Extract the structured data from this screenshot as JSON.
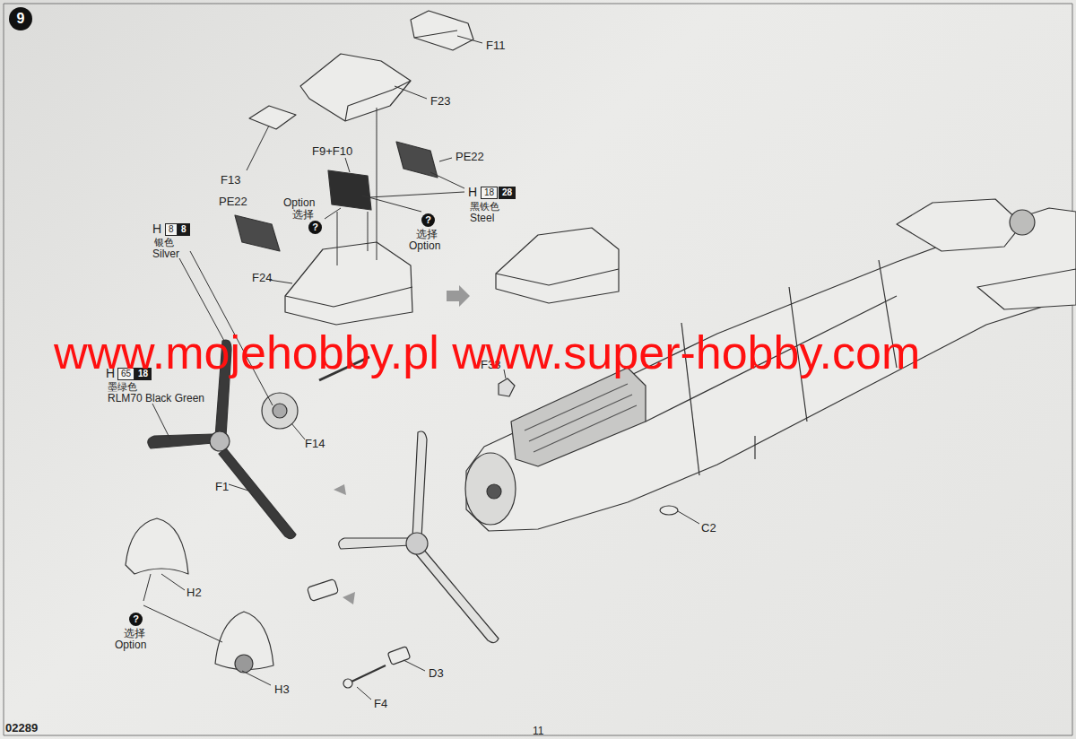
{
  "diagram": {
    "labels": [
      "9",
      "F11",
      "F23",
      "F13",
      "F9+F10",
      "PE22",
      "Option",
      "选择",
      "?",
      "PE22",
      "H",
      "18",
      "28",
      "黑铁色",
      "Steel",
      "?",
      "选择",
      "Option",
      "H",
      "8",
      "8",
      "银色",
      "Silver",
      "F24",
      "www.mojehobby.pl www.super-hobby.com",
      "F33",
      "H",
      "65",
      "18",
      "墨绿色",
      "RLM70 Black Green",
      "F14",
      "F1",
      "C2",
      "H2",
      "?",
      "选择",
      "Option",
      "H3",
      "D3",
      "F4",
      "02289",
      "11"
    ]
  }
}
